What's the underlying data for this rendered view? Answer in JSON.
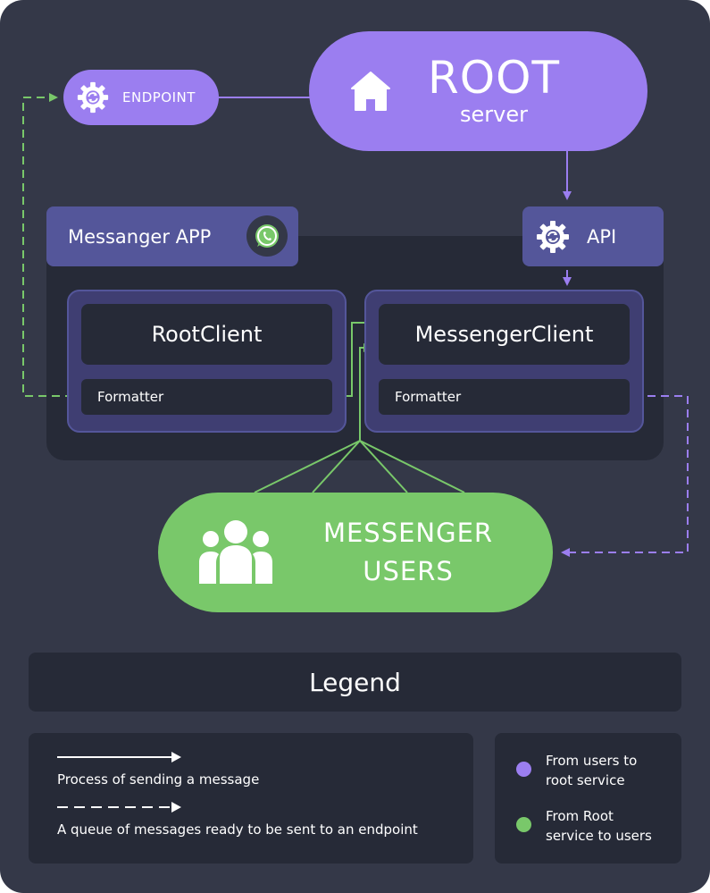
{
  "root": {
    "title": "ROOT",
    "subtitle": "server",
    "icon": "home-icon"
  },
  "endpoint": {
    "label": "ENDPOINT",
    "icon": "sync-gear-icon"
  },
  "api": {
    "label": "API",
    "icon": "sync-gear-icon"
  },
  "messenger_app": {
    "label": "Messanger APP",
    "icon": "whatsapp-icon"
  },
  "root_client": {
    "title": "RootClient",
    "formatter": "Formatter"
  },
  "messenger_client": {
    "title": "MessengerClient",
    "formatter": "Formatter"
  },
  "users": {
    "line1": "MESSENGER",
    "line2": "USERS",
    "icon": "users-group-icon"
  },
  "legend": {
    "title": "Legend",
    "solid_label": "Process of sending a message",
    "dashed_label": "A queue of messages ready to be sent to an endpoint",
    "purple_label_1": "From users to",
    "purple_label_2": "root service",
    "green_label_1": "From Root",
    "green_label_2": "service to users"
  },
  "colors": {
    "background": "#343848",
    "purple": "#9b7ef0",
    "purple_dark": "#54569a",
    "green": "#79c86a",
    "panel": "#262a37"
  }
}
